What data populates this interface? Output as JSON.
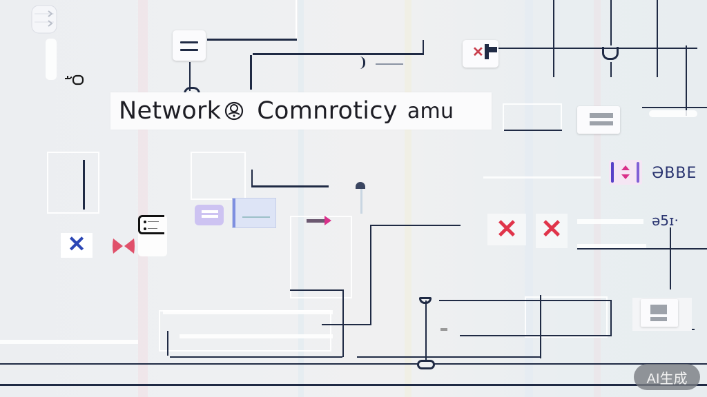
{
  "diagram": {
    "title": "Network",
    "title_icon": "badge-icon",
    "title_rest": "Comnroticy",
    "title_suffix": "amu",
    "colors": {
      "line": "#1f2a44",
      "background": "#eef0f2",
      "accent_red": "#e0344a",
      "accent_blue": "#2b46b5",
      "accent_magenta": "#d9308a",
      "accent_purple": "#6a4cd6"
    },
    "nodes": [
      {
        "id": "database",
        "icon": "database-icon"
      },
      {
        "id": "server-doc-top",
        "icon": "document-icon"
      },
      {
        "id": "close-card-top",
        "icon": "close-icon"
      },
      {
        "id": "list-card-right",
        "icon": "list-icon"
      },
      {
        "id": "x-blue",
        "icon": "close-icon"
      },
      {
        "id": "x-pink",
        "icon": "close-icon"
      },
      {
        "id": "note-card",
        "icon": "note-icon"
      },
      {
        "id": "purple-card",
        "icon": "card-icon"
      },
      {
        "id": "window-card",
        "icon": "window-icon"
      },
      {
        "id": "arrow",
        "icon": "arrow-right-icon"
      },
      {
        "id": "x-red-1",
        "icon": "close-icon"
      },
      {
        "id": "x-red-2",
        "icon": "close-icon"
      },
      {
        "id": "expand-control",
        "icon": "expand-icon"
      },
      {
        "id": "server-bottom-right",
        "icon": "server-icon"
      }
    ],
    "glyph_labels": [
      "ƏBBE",
      "ə5ɪ·"
    ],
    "connector_key": "-o",
    "symbols": {
      "x": "✕"
    }
  },
  "watermark": {
    "label": "AI生成"
  }
}
